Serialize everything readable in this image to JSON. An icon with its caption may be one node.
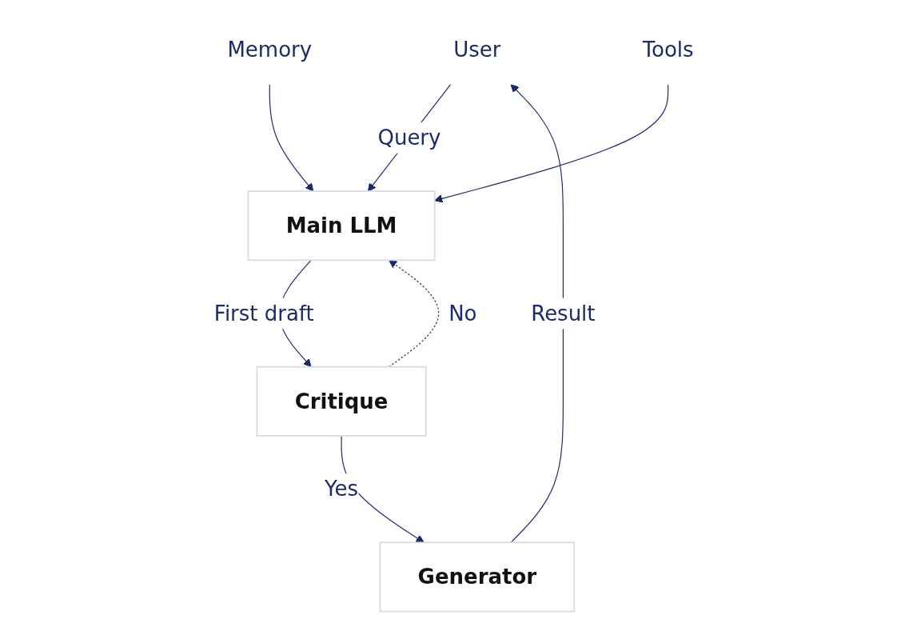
{
  "diagram": {
    "nodes": [
      {
        "text": [
          "User"
        ]
      },
      {
        "text": [
          "Main LLM"
        ]
      },
      {
        "text": [
          "Memory"
        ]
      },
      {
        "text": [
          "Tools"
        ]
      },
      {
        "text": [
          "Generator"
        ]
      },
      {
        "text": [
          "Critique"
        ]
      }
    ],
    "edges": [
      {
        "from": 0,
        "to": 1,
        "arrow": "to",
        "label": "Query"
      },
      {
        "from": 2,
        "to": 1,
        "arrow": "to"
      },
      {
        "from": 3,
        "to": 1,
        "arrow": "to"
      },
      {
        "from": 1,
        "to": 5,
        "arrow": "to",
        "label": "First draft"
      },
      {
        "from": 5,
        "to": 1,
        "arrow": "to",
        "label": "No",
        "style": "dashed"
      },
      {
        "from": 5,
        "to": 4,
        "arrow": "to",
        "label": "Yes"
      },
      {
        "from": 4,
        "to": 0,
        "arrow": "to",
        "label": "Result"
      }
    ]
  }
}
